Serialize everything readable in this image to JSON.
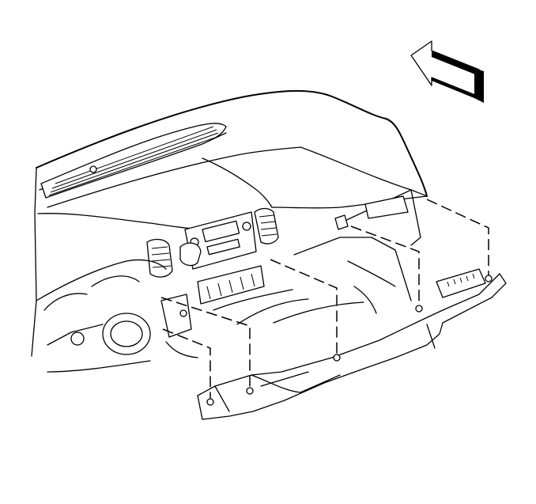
{
  "figure": {
    "background": "#ffffff",
    "line_color": "#000000",
    "parts": [
      "direction-arrow",
      "instrument-panel-upper",
      "defrost-grille",
      "center-air-vents",
      "radio-unit",
      "hvac-control",
      "steering-column-cover",
      "left-air-vent",
      "knee-bolster-panel",
      "diagnostic-connector",
      "fastener-locations"
    ]
  }
}
